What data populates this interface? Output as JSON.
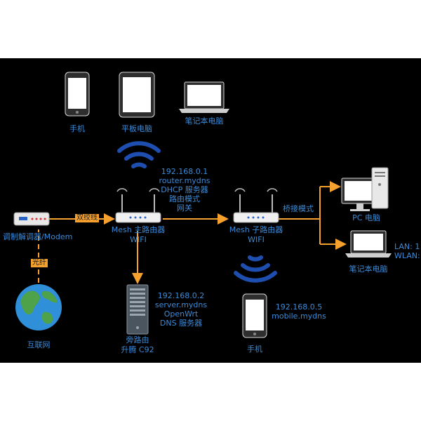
{
  "devices": {
    "phone_top": "手机",
    "tablet": "平板电脑",
    "laptop_top": "笔记本电脑",
    "modem": "调制解调器/Modem",
    "internet": "互联网",
    "main_router": {
      "name": "Mesh 主路由器",
      "wifi": "WIFI"
    },
    "sub_router": {
      "name": "Mesh 子路由器",
      "wifi": "WIFI"
    },
    "side_router": {
      "name": "旁路由",
      "model": "升腾 C92"
    },
    "pc": "PC 电脑",
    "laptop_right": "笔记本电脑",
    "phone_bottom": "手机"
  },
  "links": {
    "twisted_pair": "双绞线",
    "fiber": "光纤",
    "bridge_mode": "桥接模式"
  },
  "main_router_info": [
    "192.168.0.1",
    "router.mydns",
    "DHCP 服务器",
    "路由模式",
    "网关"
  ],
  "side_router_info": [
    "192.168.0.2",
    "server.mydns",
    "OpenWrt",
    "DNS 服务器"
  ],
  "mobile_info": [
    "192.168.0.5",
    "mobile.mydns"
  ],
  "laptop_right_info": [
    "LAN: 1",
    "WLAN:"
  ],
  "colors": {
    "background": "#000000",
    "label": "#3b8bd9",
    "line": "#f6a12e",
    "wifi": "#1e4fb0"
  }
}
